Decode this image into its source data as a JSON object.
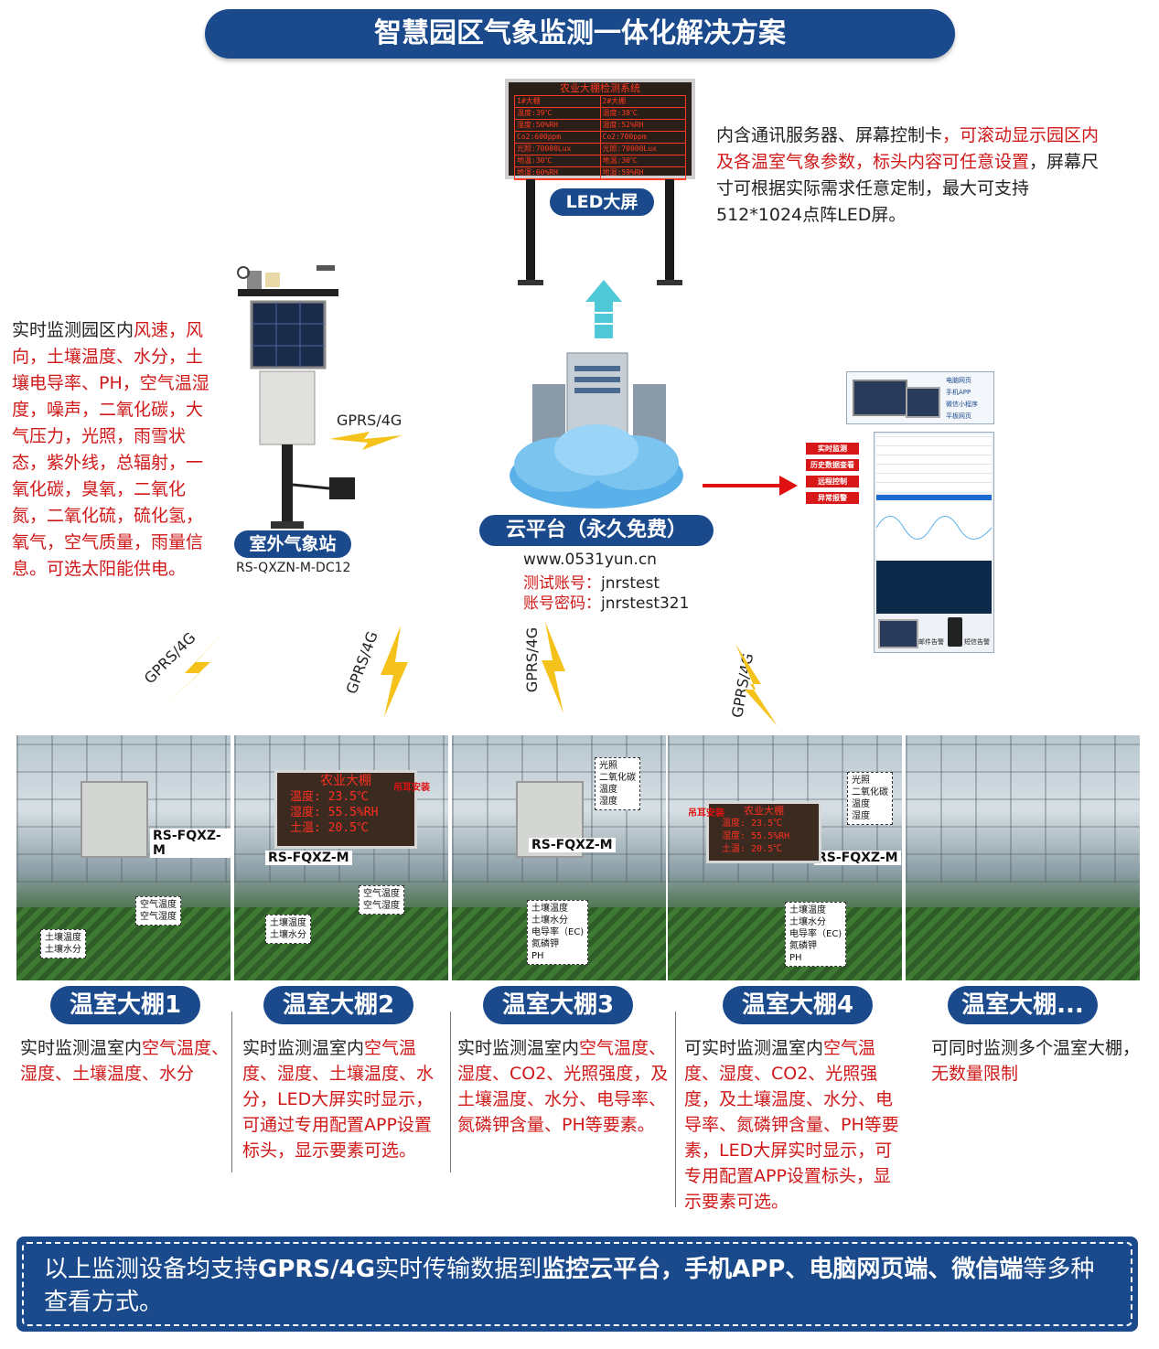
{
  "title": "智慧园区气象监测一体化解决方案",
  "led_screen": {
    "label": "LED大屏",
    "header": "农业大棚检测系统",
    "col1": [
      "1#大棚",
      "温度:39℃",
      "湿度:50%RH",
      "Co2:600ppm",
      "光照:70000Lux",
      "地温:30℃",
      "地湿:60%RH"
    ],
    "col2": [
      "2#大棚",
      "温度:38℃",
      "湿度:52%RH",
      "Co2:700ppm",
      "光照:70000Lux",
      "地温:30℃",
      "地湿:59%RH"
    ],
    "desc_normal_1": "内含通讯服务器、屏幕控制卡",
    "desc_red": "，可滚动显示园区内及各温室气象参数，标头内容可任意设置",
    "desc_normal_2": "，屏幕尺寸可根据实际需求任意定制，最大可支持512*1024点阵LED屏。"
  },
  "weather_station": {
    "label": "室外气象站",
    "model": "RS-QXZN-M-DC12",
    "desc_normal_1": "实时监测园区内",
    "desc_red": "风速，风向，土壤温度、水分，土壤电导率、PH，空气温湿度，噪声，二氧化碳，大气压力，光照，雨雪状态，紫外线，总辐射，一氧化碳，臭氧，二氧化氮，二氧化硫，硫化氢，氧气，空气质量，雨量信息。可选太阳能供电。"
  },
  "link_label": "GPRS/4G",
  "cloud": {
    "label": "云平台（永久免费）",
    "url": "www.0531yun.cn",
    "account_label": "测试账号：",
    "account": "jnrstest",
    "password_label": "账号密码：",
    "password": "jnrstest321"
  },
  "platform": {
    "menu": [
      "实时监测",
      "历史数据查看",
      "远程控制",
      "异常报警"
    ],
    "clients": [
      "电脑网页",
      "手机APP",
      "微信小程序",
      "平板网页"
    ],
    "alerts": [
      "邮件告警",
      "短信告警"
    ]
  },
  "greenhouses": [
    {
      "title": "温室大棚1",
      "model": "RS-FQXZ-M",
      "tags": [
        "空气温度\n空气湿度",
        "土壤温度\n土壤水分"
      ],
      "desc_normal": "实时监测温室内",
      "desc_red": "空气温度、湿度、土壤温度、水分",
      "desc_tail": ""
    },
    {
      "title": "温室大棚2",
      "model": "RS-FQXZ-M",
      "led_title": "农业大棚",
      "led_lines": [
        "温度:  23.5℃",
        "湿度:  55.5%RH",
        "土温:  20.5℃"
      ],
      "hang": "吊耳安装",
      "tags": [
        "空气温度\n空气湿度",
        "土壤温度\n土壤水分"
      ],
      "desc_normal": "实时监测温室内",
      "desc_red": "空气温度、湿度、土壤温度、水分，LED大屏实时显示，可通过专用配置APP设置标头，显示要素可选。",
      "desc_tail": ""
    },
    {
      "title": "温室大棚3",
      "model": "RS-FQXZ-M",
      "tags": [
        "光照\n二氧化碳\n温度\n湿度",
        "土壤温度\n土壤水分\n电导率（EC)\n氮磷钾\nPH"
      ],
      "desc_normal": "实时监测温室内",
      "desc_red": "空气温度、湿度、CO2、光照强度，及土壤温度、水分、电导率、氮磷钾含量、PH等要素。",
      "desc_tail": ""
    },
    {
      "title": "温室大棚4",
      "model": "RS-FQXZ-M",
      "led_title": "农业大棚",
      "led_lines": [
        "温度:  23.5℃",
        "湿度:  55.5%RH",
        "土温:  20.5℃"
      ],
      "hang": "吊耳安装",
      "tags": [
        "光照\n二氧化碳\n温度\n湿度",
        "土壤温度\n土壤水分\n电导率（EC)\n氮磷钾\nPH"
      ],
      "desc_normal": "可实时监测温室内",
      "desc_red": "空气温度、湿度、CO2、光照强度，及土壤温度、水分、电导率、氮磷钾含量、PH等要素，LED大屏实时显示，可专用配置APP设置标头，显示要素可选。",
      "desc_tail": ""
    },
    {
      "title": "温室大棚...",
      "desc_normal": "可同时监测多个温室大棚，",
      "desc_red": "无数量限制",
      "desc_tail": ""
    }
  ],
  "footer": {
    "p1": "以上监测设备均支持",
    "b1": "GPRS/4G",
    "p2": "实时传输数据到",
    "b2": "监控云平台，手机APP、电脑网页端、微信端",
    "p3": "等多种查看方式。"
  }
}
